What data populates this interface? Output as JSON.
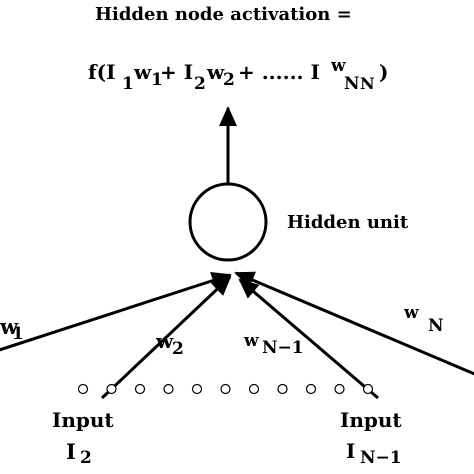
{
  "diagram": {
    "title": "Hidden node activation =",
    "formula": {
      "f_open": "f(I",
      "sub_1": "1",
      "w1_base": "w",
      "w1_sub": "1",
      "plus_I2": "+ I",
      "sub_2": "2",
      "w2_base": "w",
      "w2_sub": "2",
      "tail": "+ ...... I",
      "sub_N": "N",
      "wN_base": "w",
      "wN_sub": "N",
      "close": ")"
    },
    "hidden_unit_label": "Hidden unit",
    "weights": {
      "w1_base": "w",
      "w1_sub": "1",
      "w2_base": "w",
      "w2_sub": "2",
      "wN1_base": "w",
      "wN1_sub": "N−1",
      "wN_base": "w",
      "wN_sub": "N"
    },
    "inputs": {
      "input2_label": "Input",
      "input2_symbol": "I",
      "input2_sub": "2",
      "inputN1_label": "Input",
      "inputN1_symbol": "I",
      "inputN1_sub": "N−1"
    },
    "ellipsis_dot_count": 11
  }
}
